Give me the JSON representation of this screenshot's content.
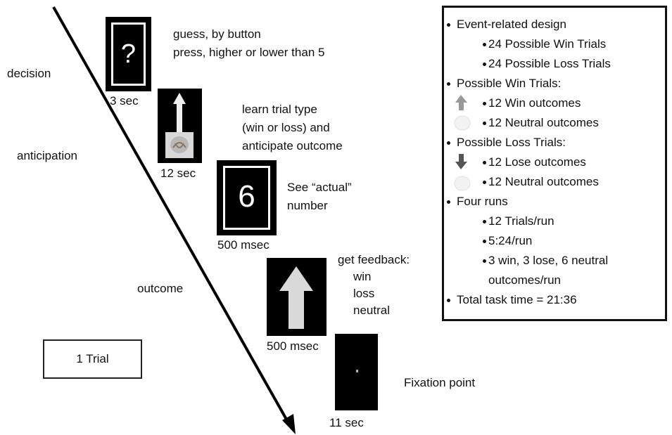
{
  "phases": {
    "decision": "decision",
    "anticipation": "anticipation",
    "outcome": "outcome"
  },
  "steps": {
    "guess": {
      "lines": [
        "guess, by button",
        "press, higher or lower than 5"
      ],
      "duration": "3 sec",
      "card_symbol": "?"
    },
    "learn": {
      "lines": [
        "learn trial type",
        "(win or loss) and",
        "anticipate outcome"
      ],
      "duration": "12  sec"
    },
    "see": {
      "lines": [
        "See “actual”",
        "number"
      ],
      "duration": "500 msec",
      "card_symbol": "6"
    },
    "feedback": {
      "lines": [
        "get feedback:",
        "win",
        "loss",
        "neutral"
      ],
      "duration": "500 msec"
    },
    "fixation": {
      "lines": [
        "Fixation point"
      ],
      "duration": "11 sec"
    }
  },
  "trial_box": "1 Trial",
  "design": {
    "l0": "Event-related design",
    "l1": "24 Possible Win Trials",
    "l2": "24 Possible Loss Trials",
    "l3": "Possible Win Trials:",
    "l4": "12 Win outcomes",
    "l5": "12 Neutral outcomes",
    "l6": "Possible Loss Trials:",
    "l7": "12 Lose outcomes",
    "l8": "12 Neutral outcomes",
    "l9": "Four runs",
    "l10": "12 Trials/run",
    "l11": "5:24/run",
    "l12": "3 win, 3 lose, 6 neutral",
    "l13": "outcomes/run",
    "l14": "Total task time = 21:36"
  },
  "colors": {
    "card": "#000000",
    "arrow_light": "#d9d9d9",
    "arrow_gray": "#999999",
    "arrow_dark": "#555555"
  },
  "icons": {
    "timeline": "diagonal-timeline-arrow",
    "win_cue": "up-arrow-icon",
    "loss_cue": "down-arrow-icon",
    "feedback": "up-arrow-icon",
    "fixation": "fixation-point-icon"
  }
}
